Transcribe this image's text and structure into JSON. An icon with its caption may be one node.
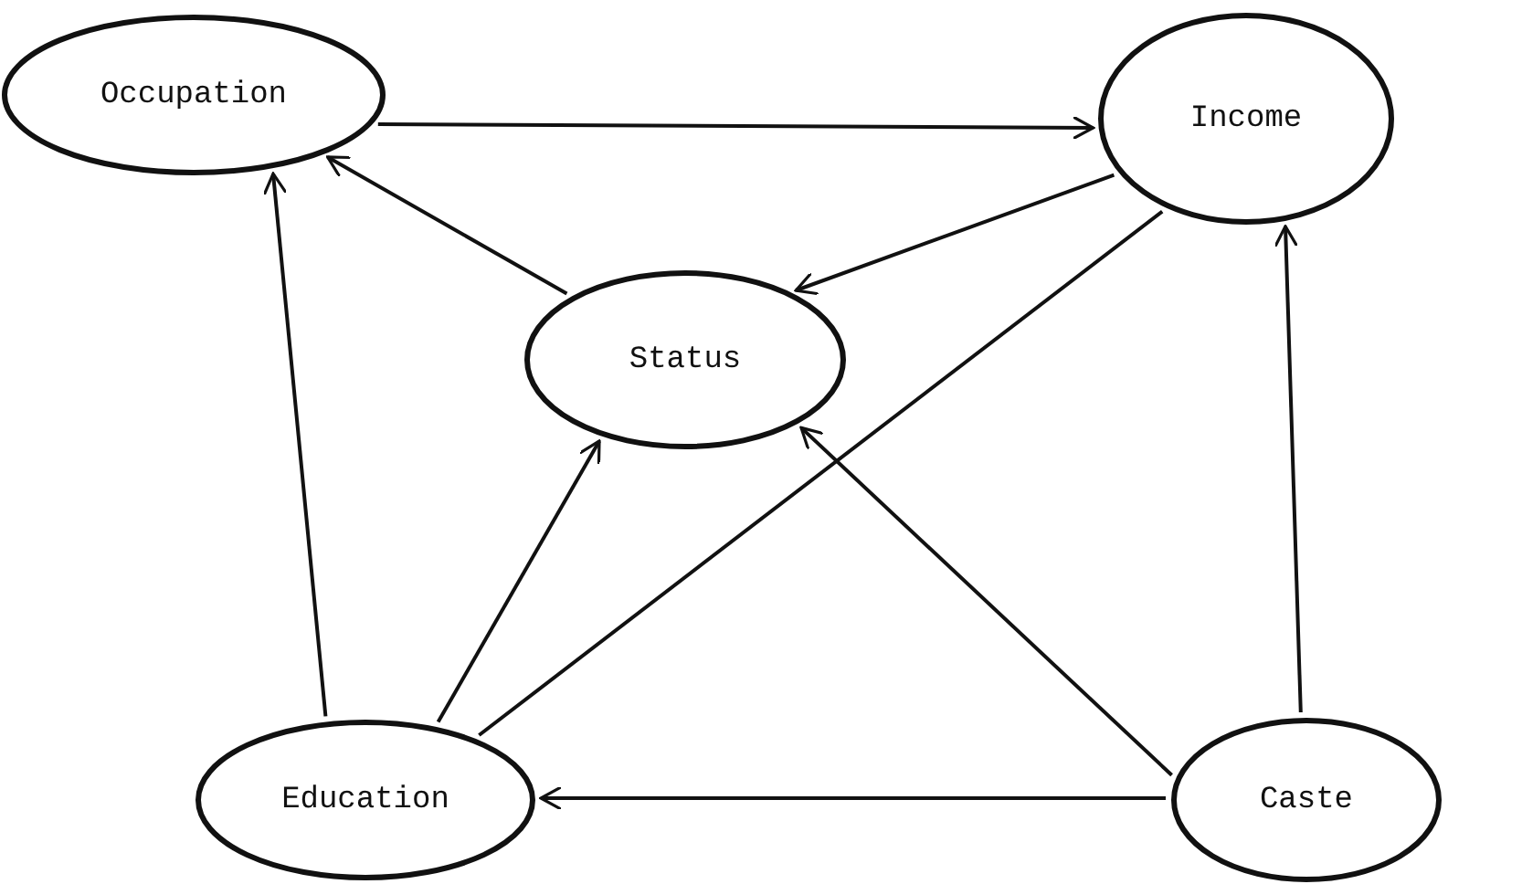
{
  "diagram": {
    "nodes": [
      {
        "text": [
          "Occupation"
        ]
      },
      {
        "text": [
          "Income"
        ]
      },
      {
        "text": [
          "Status"
        ]
      },
      {
        "text": [
          "Education"
        ]
      },
      {
        "text": [
          "Caste"
        ]
      }
    ],
    "edges": [
      {
        "from": 0,
        "to": 1,
        "arrow": "to"
      },
      {
        "from": 2,
        "to": 0,
        "arrow": "to"
      },
      {
        "from": 1,
        "to": 2,
        "arrow": "to"
      },
      {
        "from": 3,
        "to": 0,
        "arrow": "to"
      },
      {
        "from": 3,
        "to": 2,
        "arrow": "to"
      },
      {
        "from": 3,
        "to": 1,
        "arrow": "none"
      },
      {
        "from": 4,
        "to": 2,
        "arrow": "to"
      },
      {
        "from": 4,
        "to": 1,
        "arrow": "to"
      },
      {
        "from": 4,
        "to": 3,
        "arrow": "to"
      }
    ]
  }
}
